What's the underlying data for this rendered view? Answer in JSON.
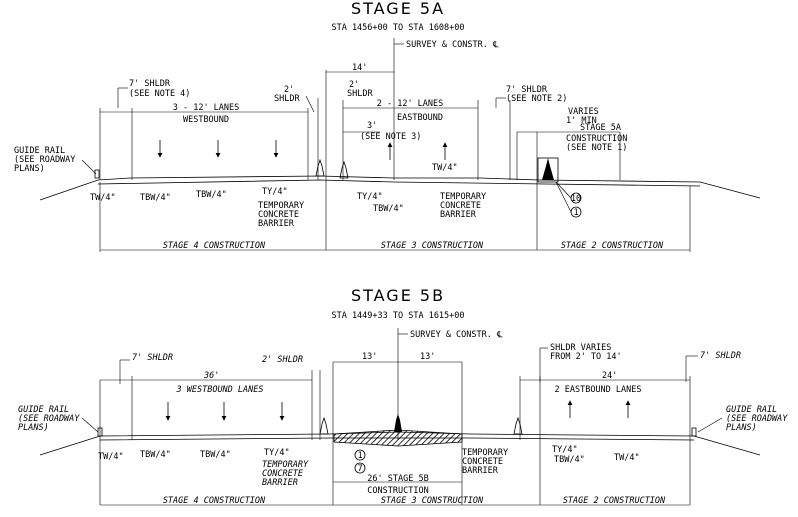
{
  "stage_5a": {
    "title": "STAGE 5A",
    "station_range": "STA 1456+00 TO STA 1608+00",
    "survey_label": "SURVEY & CONSTR. ℄",
    "dim_14": "14'",
    "shldr_left": "7' SHLDR",
    "shldr_left_note": "(SEE NOTE 4)",
    "shldr_2": "2'",
    "shldr_2b": "SHLDR",
    "shldr_2_right": "2'",
    "shldr_2_right_b": "SHLDR",
    "lanes_west": "3 - 12' LANES",
    "westbound": "WESTBOUND",
    "lanes_east": "2 - 12' LANES",
    "eastbound": "EASTBOUND",
    "shldr_right": "7' SHLDR",
    "shldr_right_note": "(SEE NOTE 2)",
    "varies": "VARIES",
    "varies_min": "1' MIN",
    "stage5a_label": "STAGE 5A",
    "construction": "CONSTRUCTION",
    "see_note_1": "(SEE NOTE 1)",
    "dim_3": "3'",
    "see_note_3": "(SEE NOTE 3)",
    "guide_rail": "GUIDE RAIL",
    "guide_rail_see": "(SEE ROADWAY",
    "guide_rail_plans": "PLANS)",
    "tw4_left": "TW/4\"",
    "tbw4_a": "TBW/4\"",
    "tbw4_b": "TBW/4\"",
    "ty4_a": "TY/4\"",
    "tcb_1": "TEMPORARY",
    "tcb_2": "CONCRETE",
    "tcb_3": "BARRIER",
    "ty4_b": "TY/4\"",
    "tbw4_c": "TBW/4\"",
    "tcb2_1": "TEMPORARY",
    "tcb2_2": "CONCRETE",
    "tcb2_3": "BARRIER",
    "tw4_right": "TW/4\"",
    "callout_10": "10",
    "callout_1": "1",
    "stage4": "STAGE 4 CONSTRUCTION",
    "stage3": "STAGE 3 CONSTRUCTION",
    "stage2": "STAGE 2 CONSTRUCTION"
  },
  "stage_5b": {
    "title": "STAGE 5B",
    "station_range": "STA 1449+33 TO STA 1615+00",
    "survey_label": "SURVEY & CONSTR. ℄",
    "dim_13_left": "13'",
    "dim_13_right": "13'",
    "shldr_left": "7' SHLDR",
    "shldr_2": "2' SHLDR",
    "dim_36": "36'",
    "westbound_lanes": "3 WESTBOUND LANES",
    "shldr_varies": "SHLDR VARIES",
    "shldr_varies_b": "FROM 2' TO 14'",
    "shldr_right": "7' SHLDR",
    "dim_24": "24'",
    "eastbound_lanes": "2 EASTBOUND LANES",
    "guide_rail_left": "GUIDE RAIL",
    "guide_rail_left_see": "(SEE ROADWAY",
    "guide_rail_left_plans": "PLANS)",
    "guide_rail_right": "GUIDE RAIL",
    "guide_rail_right_see": "(SEE ROADWAY",
    "guide_rail_right_plans": "PLANS)",
    "tw4_left": "TW/4\"",
    "tbw4_a": "TBW/4\"",
    "tbw4_b": "TBW/4\"",
    "ty4_a": "TY/4\"",
    "tcb_1": "TEMPORARY",
    "tcb_2": "CONCRETE",
    "tcb_3": "BARRIER",
    "callout_1": "1",
    "callout_7": "7",
    "stage5b_width": "26' STAGE 5B",
    "construction": "CONSTRUCTION",
    "tcb2_1": "TEMPORARY",
    "tcb2_2": "CONCRETE",
    "tcb2_3": "BARRIER",
    "ty4_b": "TY/4\"",
    "tbw4_c": "TBW/4\"",
    "tw4_right": "TW/4\"",
    "stage4": "STAGE 4 CONSTRUCTION",
    "stage3": "STAGE 3 CONSTRUCTION",
    "stage2": "STAGE 2 CONSTRUCTION"
  }
}
